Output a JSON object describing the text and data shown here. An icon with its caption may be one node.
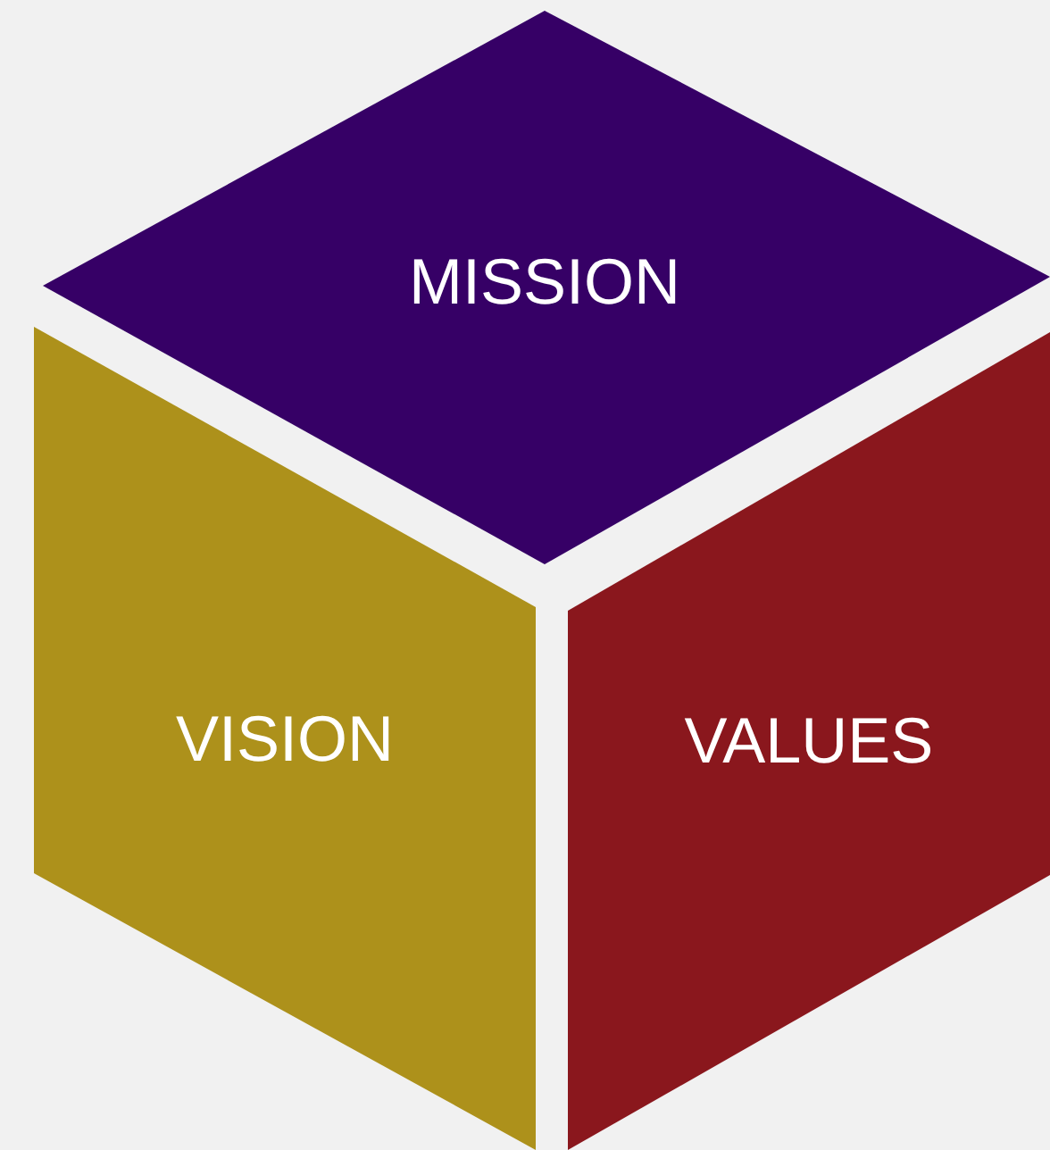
{
  "diagram": {
    "nodes": [
      {
        "text": [
          "MISSION"
        ]
      },
      {
        "text": [
          "VISION"
        ]
      },
      {
        "text": [
          "VALUES"
        ]
      }
    ]
  }
}
